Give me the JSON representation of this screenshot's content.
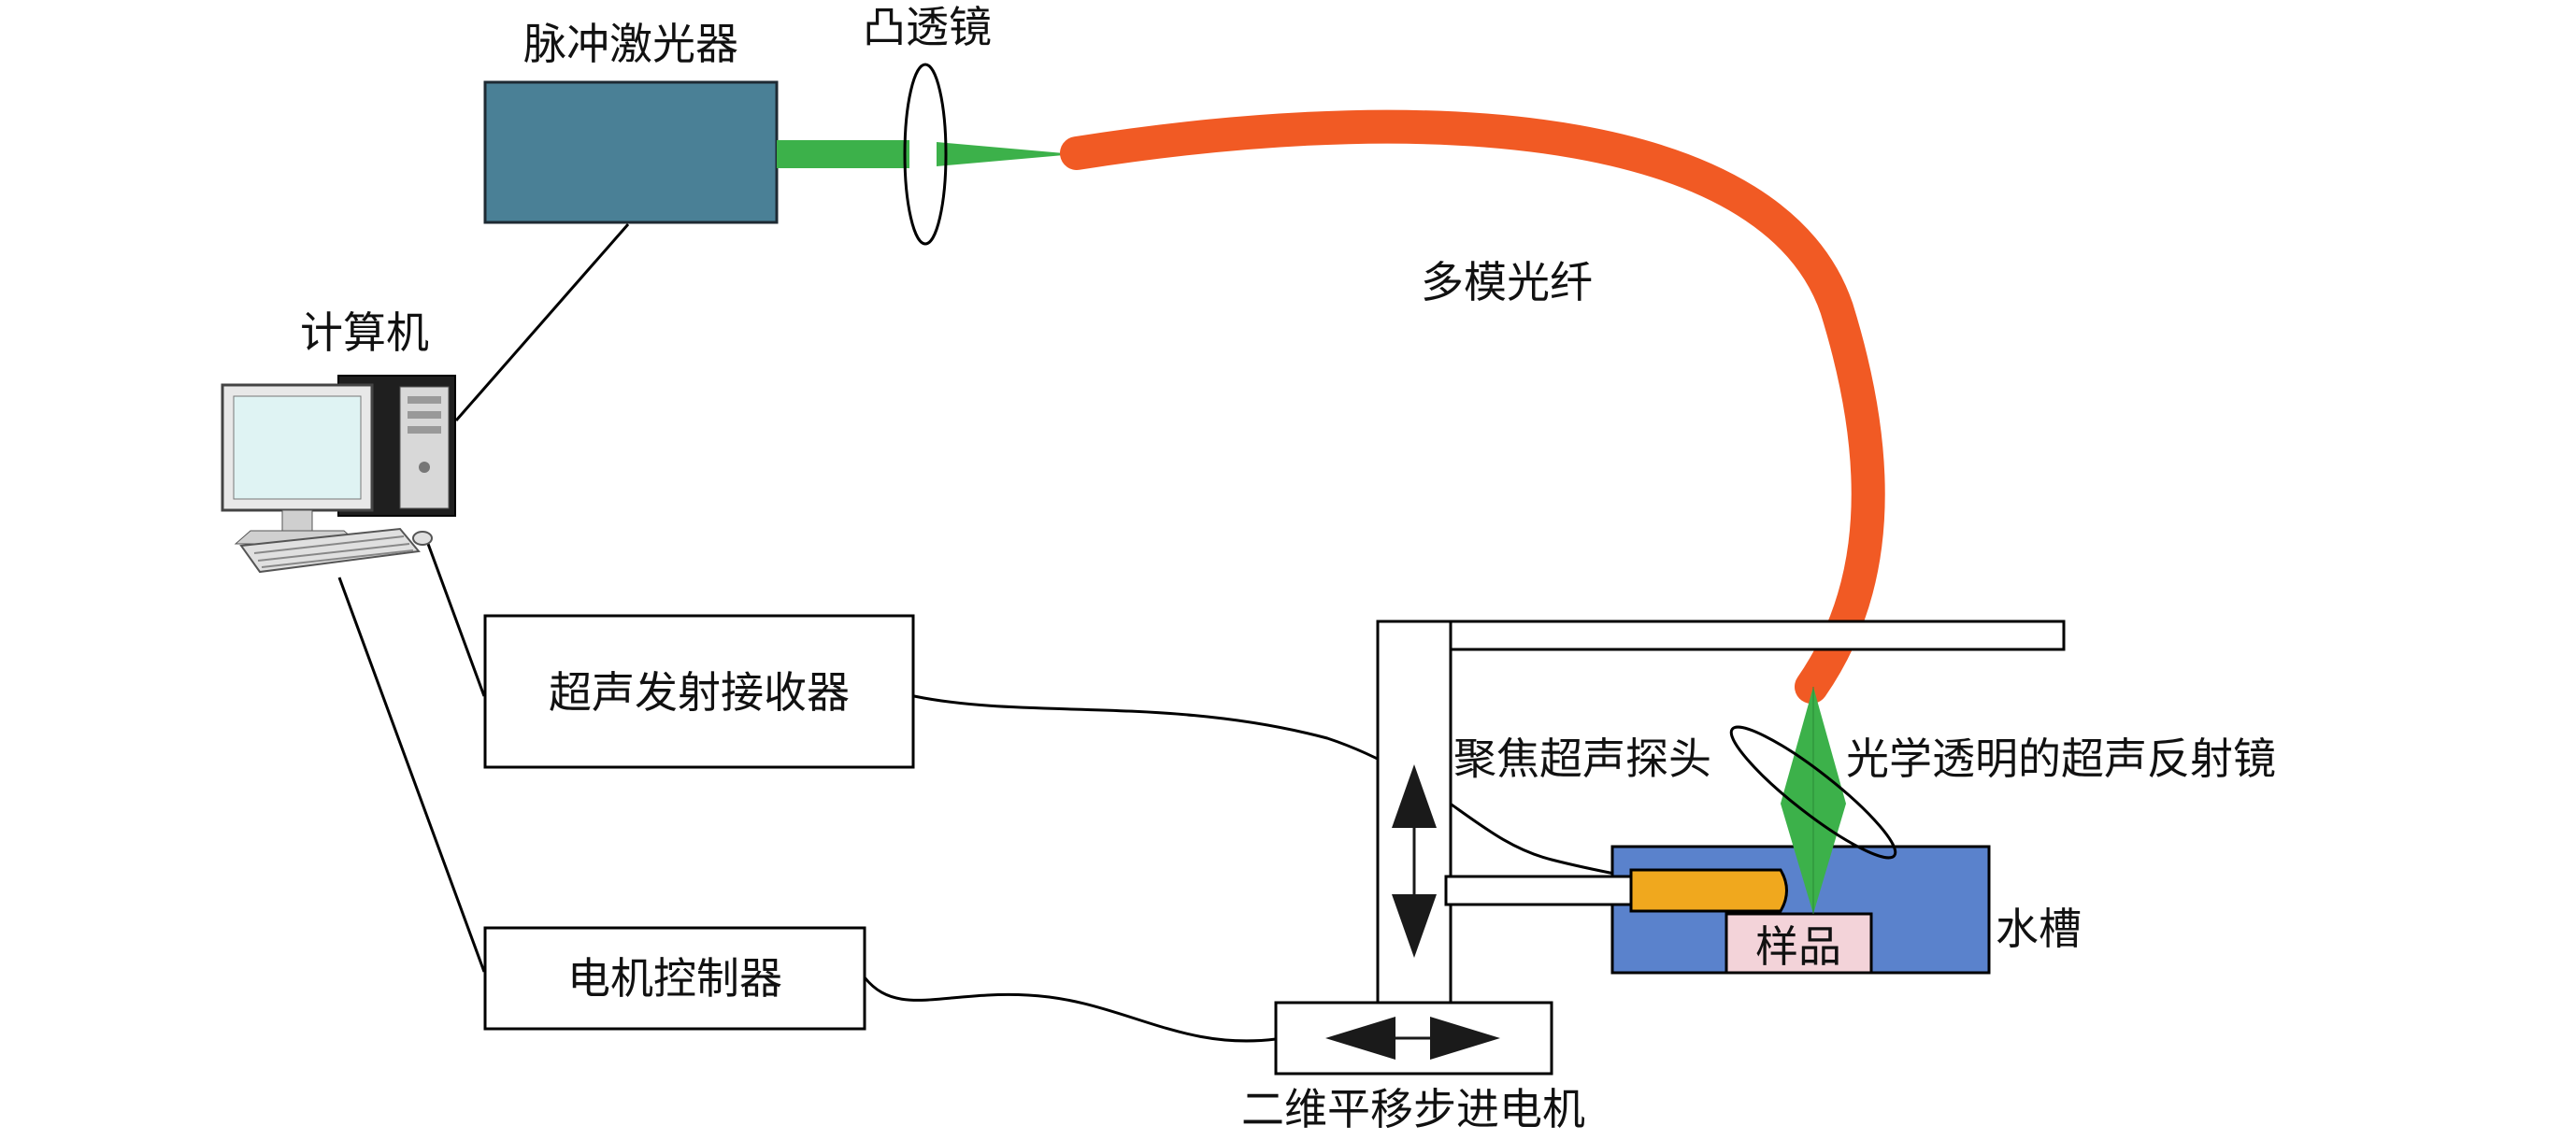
{
  "labels": {
    "laser": "脉冲激光器",
    "lens": "凸透镜",
    "fiber": "多模光纤",
    "computer": "计算机",
    "ultrasound_transceiver": "超声发射接收器",
    "motor_controller": "电机控制器",
    "focused_probe": "聚焦超声探头",
    "reflector": "光学透明的超声反射镜",
    "water_tank": "水槽",
    "sample": "样品",
    "stepper_motor": "二维平移步进电机"
  },
  "colors": {
    "laser_body": "#4a8096",
    "laser_beam": "#3cb14a",
    "fiber": "#f15a24",
    "water_tank": "#5a82cc",
    "sample": "#f3d3d9",
    "probe": "#f0a81e"
  },
  "icons": {
    "computer": "desktop-computer-icon",
    "vertical_arrow": "double-arrow-vertical-icon",
    "horizontal_arrow": "double-arrow-horizontal-icon"
  }
}
